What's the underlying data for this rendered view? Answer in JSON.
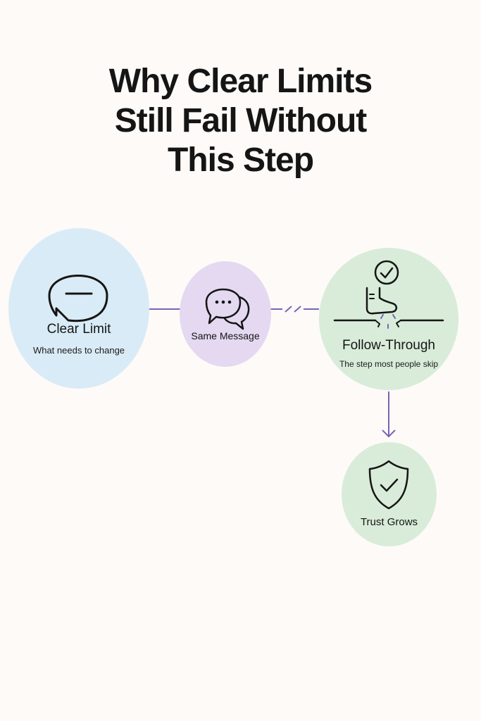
{
  "title": {
    "line1": "Why Clear Limits",
    "line2": "Still Fail Without",
    "line3": "This Step"
  },
  "nodes": {
    "clear_limit": {
      "label": "Clear Limit",
      "sublabel": "What needs to change",
      "icon": "speech-bubble-icon",
      "color": "#d9ebf6"
    },
    "same_message": {
      "label": "Same Message",
      "icon": "chat-bubbles-icon",
      "color": "#e4d9f1"
    },
    "follow_through": {
      "label": "Follow-Through",
      "sublabel": "The step most people skip",
      "icon": "foot-with-check-icon",
      "color": "#d8ecd9"
    },
    "trust_grows": {
      "label": "Trust Grows",
      "icon": "shield-check-icon",
      "color": "#d8ecd9"
    }
  },
  "connector_color": "#7a63b6"
}
